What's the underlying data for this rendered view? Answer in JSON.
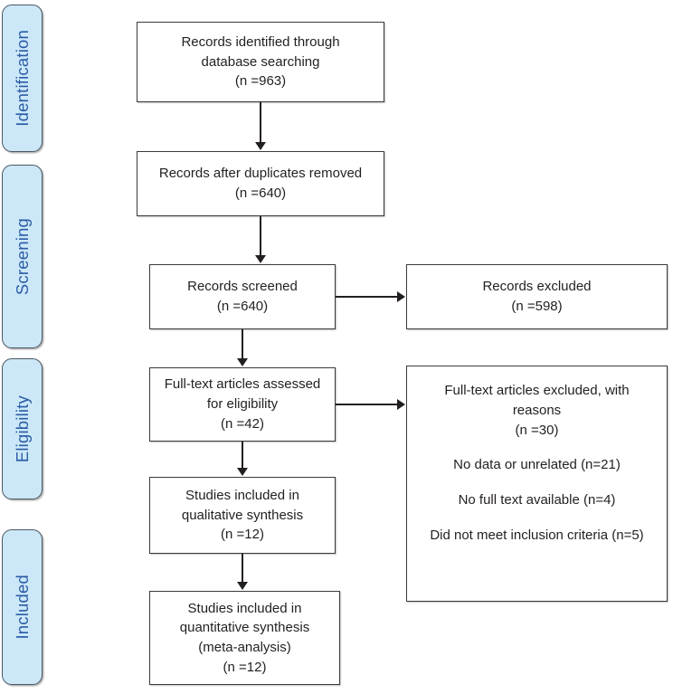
{
  "diagram": {
    "type": "prisma-flow-diagram",
    "stages": [
      {
        "id": "identification",
        "label": "Identification"
      },
      {
        "id": "screening",
        "label": "Screening"
      },
      {
        "id": "eligibility",
        "label": "Eligibility"
      },
      {
        "id": "included",
        "label": "Included"
      }
    ],
    "boxes": {
      "identified": {
        "line1": "Records identified through",
        "line2": "database searching",
        "line3": "(n =963)",
        "count": 963
      },
      "dedup": {
        "line1": "Records after duplicates removed",
        "line2": "(n =640)",
        "count": 640
      },
      "screened": {
        "line1": "Records screened",
        "line2": "(n =640)",
        "count": 640
      },
      "excluded": {
        "line1": "Records excluded",
        "line2": "(n =598)",
        "count": 598
      },
      "fulltext": {
        "line1": "Full-text articles assessed",
        "line2": "for eligibility",
        "line3": "(n =42)",
        "count": 42
      },
      "reasons": {
        "line1": "Full-text articles excluded, with",
        "line2": "reasons",
        "line3": "(n =30)",
        "count": 30,
        "reason1": "No data or unrelated (n=21)",
        "reason2": "No full text available (n=4)",
        "reason3": "Did not meet inclusion criteria (n=5)"
      },
      "qualitative": {
        "line1": "Studies included in",
        "line2": "qualitative synthesis",
        "line3": "(n =12)",
        "count": 12
      },
      "quantitative": {
        "line1": "Studies included in",
        "line2": "quantitative synthesis",
        "line3": "(meta-analysis)",
        "line4": "(n =12)",
        "count": 12
      }
    },
    "colors": {
      "stage_fill": "#cce8f8",
      "stage_border": "#4a5763",
      "stage_text": "#2b5ca6",
      "box_border": "#3a3a3a",
      "box_fill": "#ffffff",
      "text": "#231f20"
    }
  }
}
